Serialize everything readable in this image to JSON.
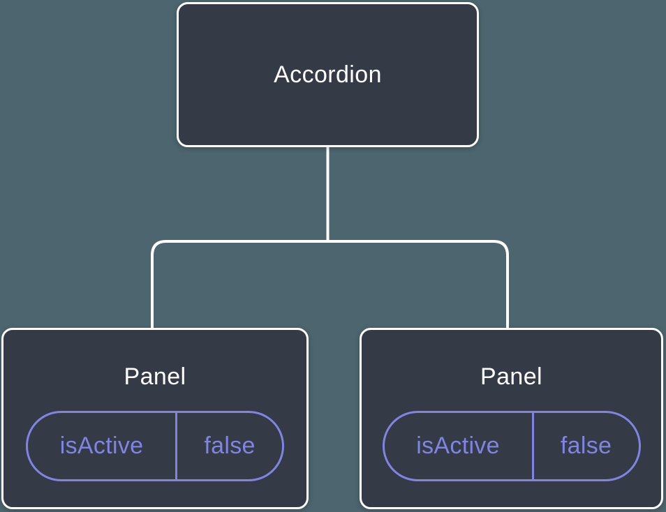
{
  "colors": {
    "background": "#4d656e",
    "node_background": "#343a46",
    "node_border": "#ffffff",
    "state_accent": "#8184e0"
  },
  "tree": {
    "root": {
      "label": "Accordion"
    },
    "children": [
      {
        "label": "Panel",
        "state": {
          "key": "isActive",
          "value": "false"
        }
      },
      {
        "label": "Panel",
        "state": {
          "key": "isActive",
          "value": "false"
        }
      }
    ]
  }
}
